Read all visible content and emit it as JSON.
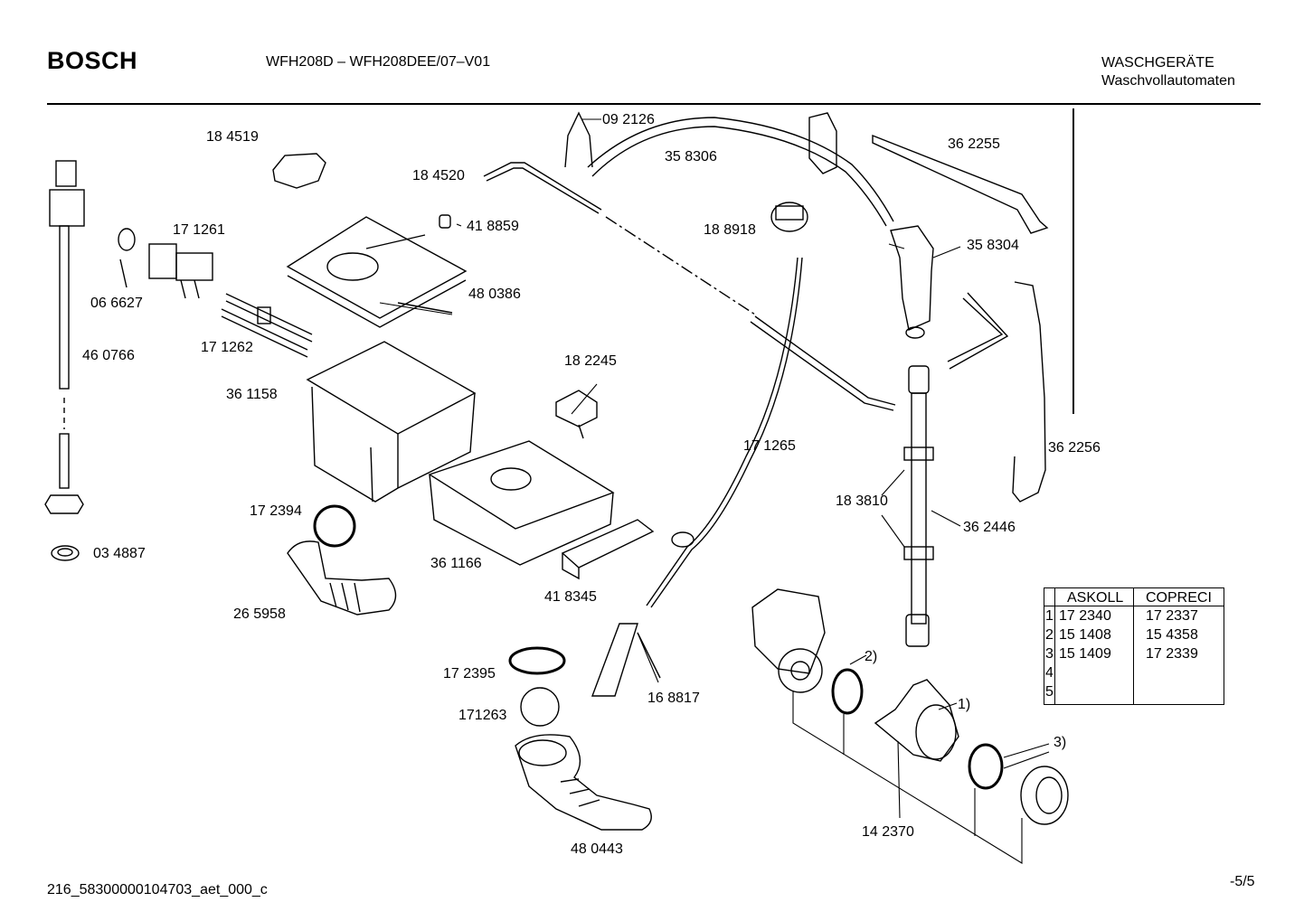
{
  "header": {
    "brand": "BOSCH",
    "model": "WFH208D – WFH208DEE/07–V01",
    "category_line1": "WASCHGERÄTE",
    "category_line2": "Waschvollautomaten"
  },
  "footer": {
    "code": "216_58300000104703_aet_000_c",
    "page": "-5/5"
  },
  "part_labels": [
    "18 4519",
    "09 2126",
    "35 8306",
    "36 2255",
    "18 4520",
    "17 1261",
    "41 8859",
    "18 8918",
    "35 8304",
    "06 6627",
    "48 0386",
    "46 0766",
    "17 1262",
    "18 2245",
    "36 1158",
    "17 1265",
    "36 2256",
    "18 3810",
    "36 2446",
    "17 2394",
    "03 4887",
    "36 1166",
    "41 8345",
    "26 5958",
    "2)",
    "1)",
    "17 2395",
    "16 8817",
    "171263",
    "3)",
    "14 2370",
    "48 0443"
  ],
  "variant_table": {
    "headers": [
      "ASKOLL",
      "COPRECI"
    ],
    "rows": [
      {
        "idx": "1",
        "askoll": "17 2340",
        "copreci": "17 2337"
      },
      {
        "idx": "2",
        "askoll": "15 1408",
        "copreci": "15 4358"
      },
      {
        "idx": "3",
        "askoll": "15 1409",
        "copreci": "17 2339"
      },
      {
        "idx": "4",
        "askoll": "",
        "copreci": ""
      },
      {
        "idx": "5",
        "askoll": "",
        "copreci": ""
      }
    ]
  }
}
